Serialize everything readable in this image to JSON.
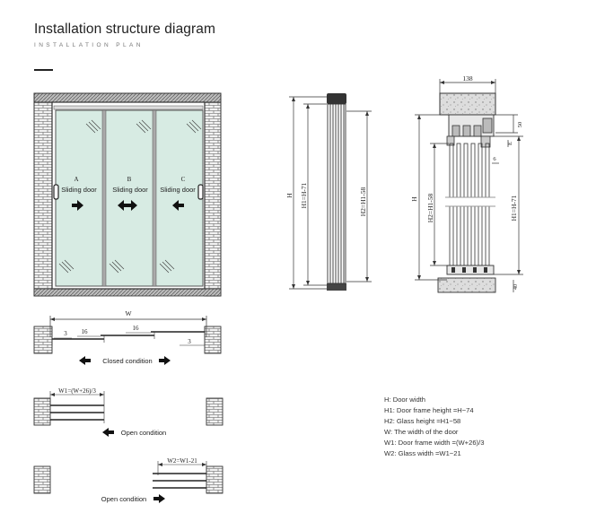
{
  "header": {
    "title": "Installation structure diagram",
    "subtitle": "INSTALLATION PLAN"
  },
  "front_view": {
    "panels": [
      {
        "letter": "A",
        "label": "Sliding door"
      },
      {
        "letter": "B",
        "label": "Sliding door"
      },
      {
        "letter": "C",
        "label": "Sliding door"
      }
    ]
  },
  "side_view": {
    "labels": {
      "h": "H",
      "h1": "H1=H-71",
      "h2": "H2=H1-58"
    }
  },
  "section_view": {
    "labels": {
      "top_width": "138",
      "gap": "50",
      "e": "E",
      "six": "6",
      "h": "H",
      "h2": "H2=H1-58",
      "h1": "H1=H-71",
      "bottom": "40"
    }
  },
  "plan_closed": {
    "w": "W",
    "d3a": "3",
    "d16a": "16",
    "d16b": "16",
    "d3b": "3",
    "caption": "Closed condition"
  },
  "plan_open1": {
    "dim": "W1=(W+26)/3",
    "caption": "Open condition"
  },
  "plan_open2": {
    "dim": "W2=W1-21",
    "caption": "Open condition"
  },
  "legend": [
    "H: Door width",
    "H1: Door frame height =H−74",
    "H2: Glass height =H1−58",
    "W: The width of the door",
    "W1: Door frame width =(W+26)/3",
    "W2: Glass width =W1−21"
  ]
}
